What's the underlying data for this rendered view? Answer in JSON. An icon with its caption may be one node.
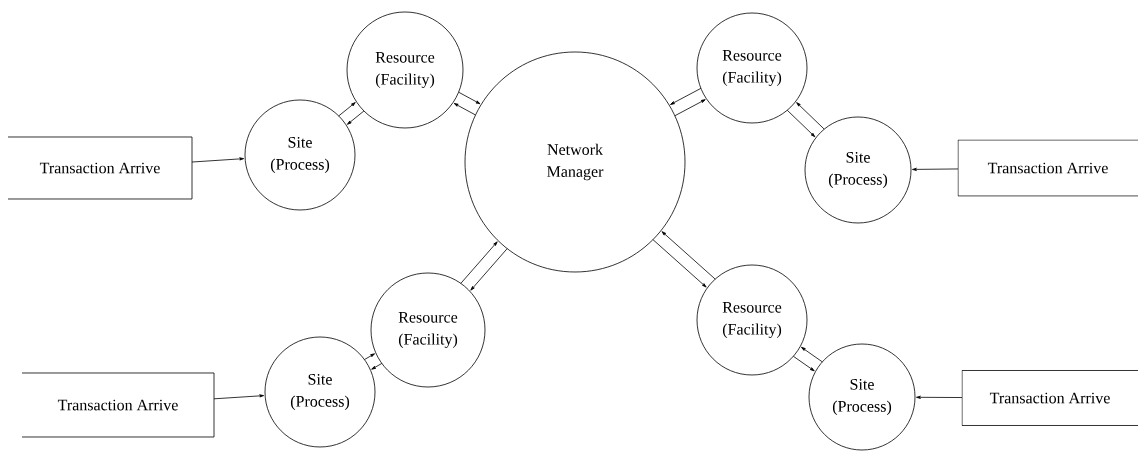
{
  "diagram": {
    "nodes": [
      {
        "text": [
          "Resource (Facility)"
        ]
      },
      {
        "text": [
          "Resource (Facility)"
        ]
      },
      {
        "text": [
          "Transaction Arrive"
        ]
      },
      {
        "text": [
          "Site (Process)"
        ]
      },
      {
        "text": [
          "Network Manager"
        ]
      },
      {
        "text": [
          "Site (Process)"
        ]
      },
      {
        "text": [
          "Transaction Arrive"
        ]
      },
      {
        "text": [
          "Resource (Facility)"
        ]
      },
      {
        "text": [
          "Resource (Facility)"
        ]
      },
      {
        "text": [
          "Site (Process)"
        ]
      },
      {
        "text": [
          "Transaction Arrive"
        ]
      },
      {
        "text": [
          "Site (Process)"
        ]
      },
      {
        "text": [
          "Transaction Arrive"
        ]
      }
    ],
    "edges": [
      {
        "from": 2,
        "to": 3,
        "arrow": "to"
      },
      {
        "from": 3,
        "to": 0,
        "arrow": "to"
      },
      {
        "from": 0,
        "to": 3,
        "arrow": "to"
      },
      {
        "from": 0,
        "to": 4,
        "arrow": "to"
      },
      {
        "from": 4,
        "to": 0,
        "arrow": "to"
      },
      {
        "from": 1,
        "to": 4,
        "arrow": "to"
      },
      {
        "from": 4,
        "to": 1,
        "arrow": "to"
      },
      {
        "from": 1,
        "to": 5,
        "arrow": "to"
      },
      {
        "from": 5,
        "to": 1,
        "arrow": "to"
      },
      {
        "from": 6,
        "to": 5,
        "arrow": "to"
      },
      {
        "from": 7,
        "to": 4,
        "arrow": "to"
      },
      {
        "from": 4,
        "to": 7,
        "arrow": "to"
      },
      {
        "from": 9,
        "to": 7,
        "arrow": "to"
      },
      {
        "from": 7,
        "to": 9,
        "arrow": "to"
      },
      {
        "from": 10,
        "to": 9,
        "arrow": "to"
      },
      {
        "from": 4,
        "to": 8,
        "arrow": "to"
      },
      {
        "from": 8,
        "to": 4,
        "arrow": "to"
      },
      {
        "from": 8,
        "to": 11,
        "arrow": "to"
      },
      {
        "from": 11,
        "to": 8,
        "arrow": "to"
      },
      {
        "from": 12,
        "to": 11,
        "arrow": "to"
      }
    ]
  }
}
